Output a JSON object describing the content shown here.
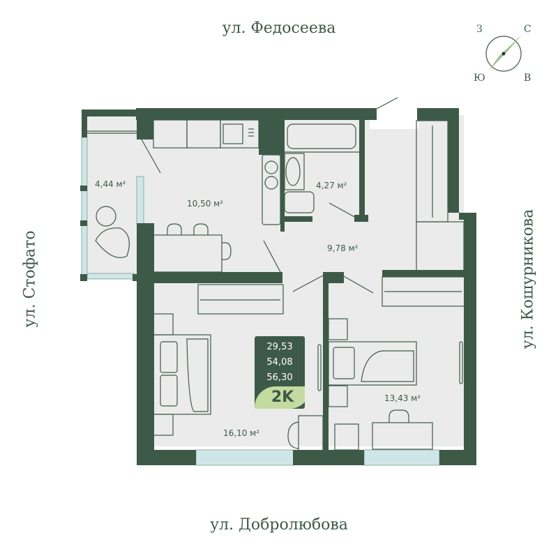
{
  "streets": {
    "top": "ул. Федосеева",
    "bottom": "ул. Добролюбова",
    "left": "ул. Стофато",
    "right": "ул. Кошурникова"
  },
  "compass": {
    "north": "С",
    "west": "З",
    "south": "Ю",
    "east": "В"
  },
  "rooms": [
    {
      "name": "balcony",
      "area": "4,44 м²"
    },
    {
      "name": "kitchen",
      "area": "10,50 м²"
    },
    {
      "name": "bathroom",
      "area": "4,27 м²"
    },
    {
      "name": "hallway",
      "area": "9,78 м²"
    },
    {
      "name": "bedroom-left",
      "area": "16,10 м²"
    },
    {
      "name": "bedroom-right",
      "area": "13,43 м²"
    }
  ],
  "badge": {
    "living_area": "29,53",
    "total_area": "54,08",
    "total_area_with_balcony": "56,30",
    "type": "2K"
  },
  "colors": {
    "wall": "#3d5a48",
    "floor": "#ebebeb",
    "window": "#cfe6e8",
    "badge_accent": "#c4dba0",
    "compass_needle": "#9bbf85"
  }
}
